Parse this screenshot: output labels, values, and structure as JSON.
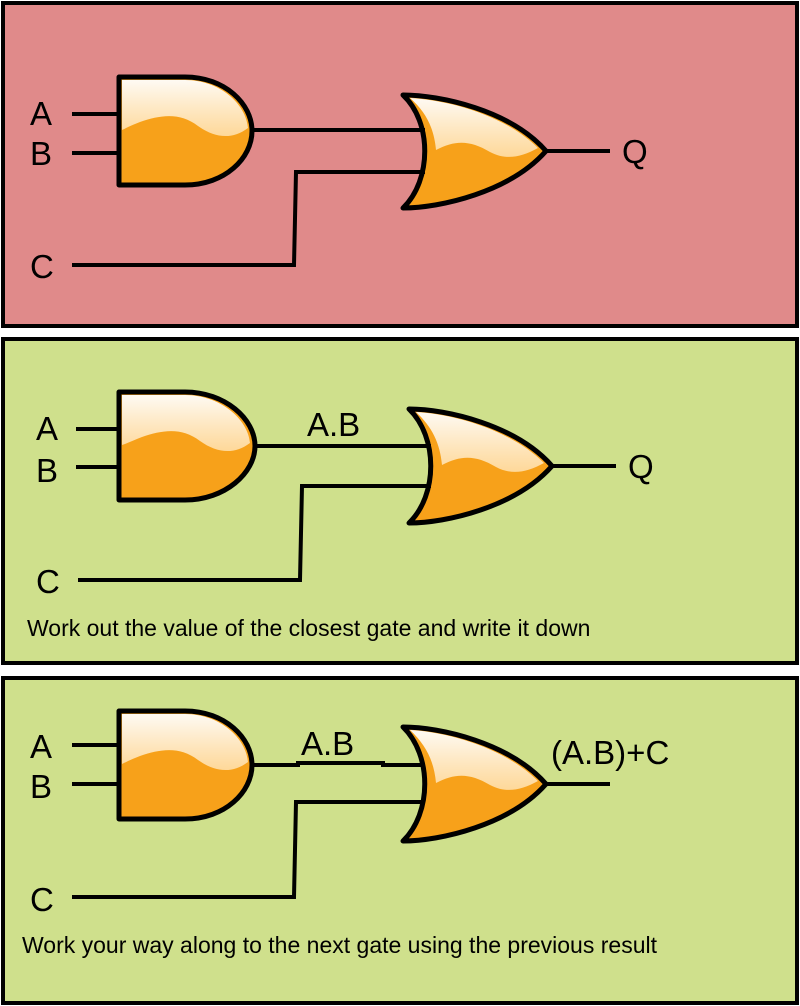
{
  "colors": {
    "panel_1": "#e08a8a",
    "panel_2": "#cfe08c",
    "panel_3": "#cfe08c",
    "gate_fill": "#f7a11a",
    "gate_highlight": "#ffffff",
    "outline": "#000000"
  },
  "panels": [
    {
      "inputs": {
        "a": "A",
        "b": "B",
        "c": "C"
      },
      "and_output": "",
      "output": "Q",
      "caption": ""
    },
    {
      "inputs": {
        "a": "A",
        "b": "B",
        "c": "C"
      },
      "and_output": "A.B",
      "output": "Q",
      "caption": "Work out the value of the closest gate and write it down"
    },
    {
      "inputs": {
        "a": "A",
        "b": "B",
        "c": "C"
      },
      "and_output": "A.B",
      "output": "(A.B)+C",
      "caption": "Work your way along to the next gate using the previous result"
    }
  ]
}
